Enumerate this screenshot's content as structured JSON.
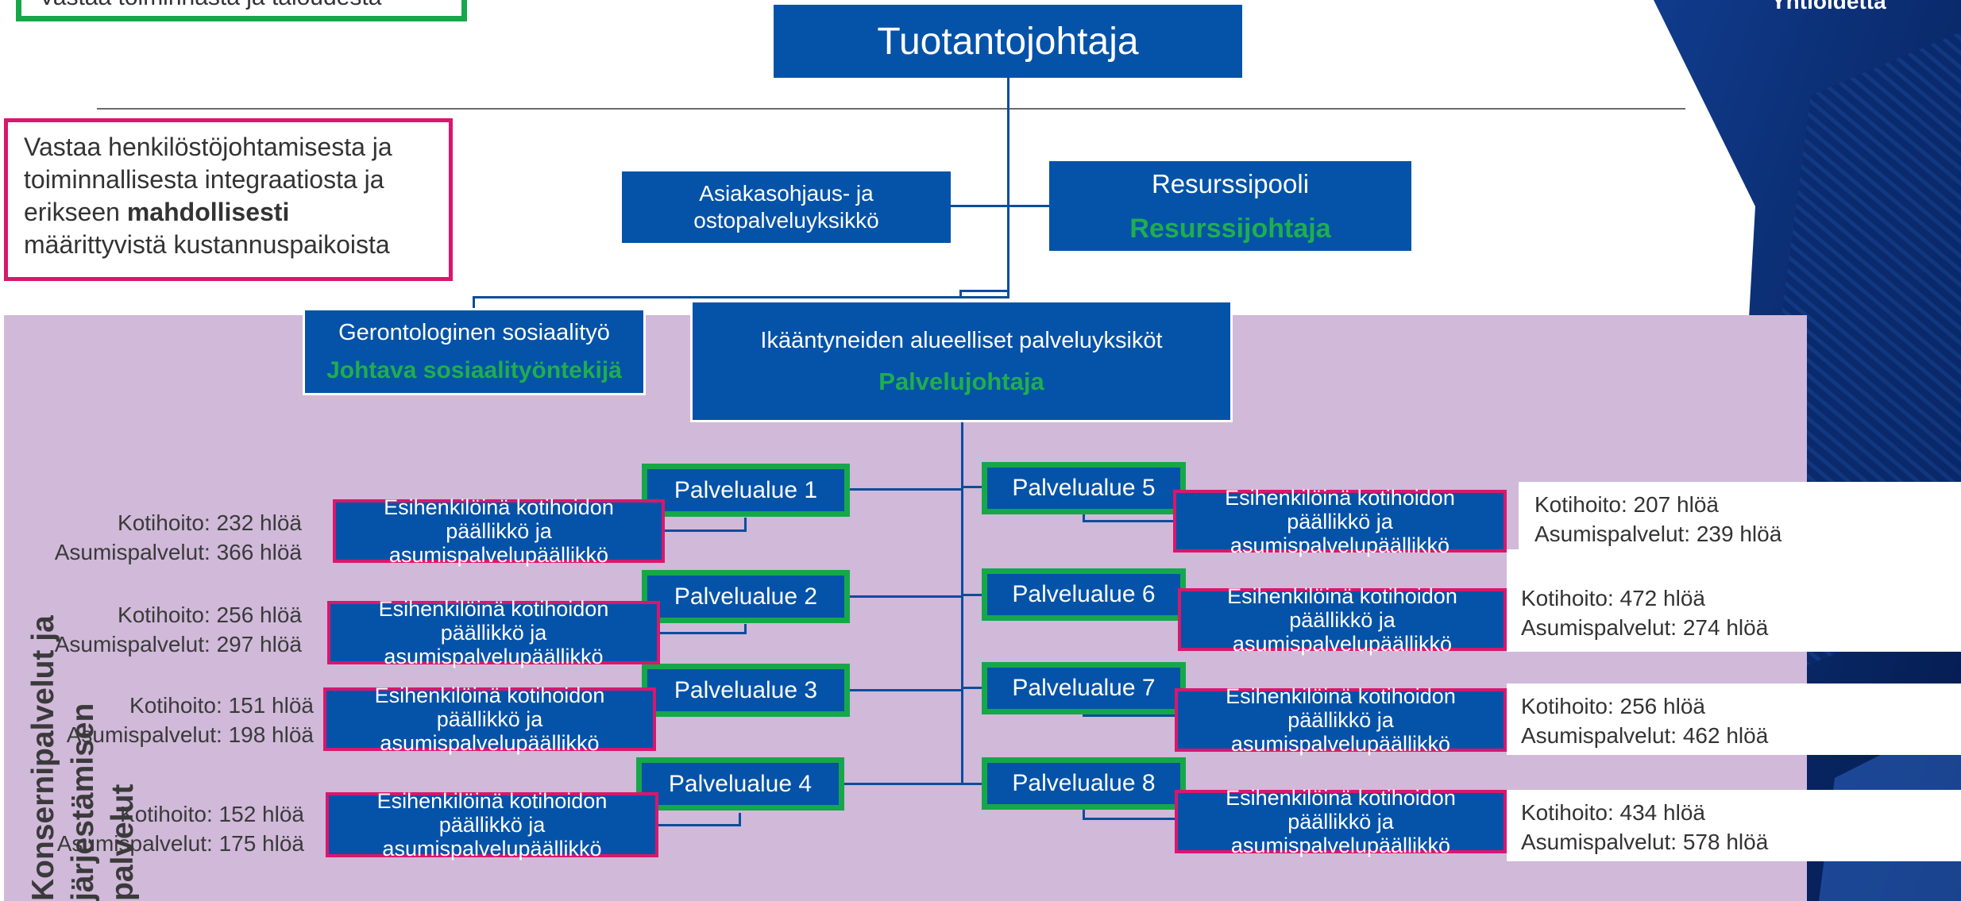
{
  "top_note": "Vastaa toiminnasta ja taloudesta",
  "top_right_text": "Yhtiöidetta",
  "director": "Tuotantojohtaja",
  "hr_note": {
    "line1": "Vastaa henkilöstöjohtamisesta ja",
    "line2": "toiminnallisesta integraatiosta ja",
    "line3_pre": "erikseen ",
    "line3_bold": "mahdollisesti",
    "line4": "määrittyvistä kustannuspaikoista"
  },
  "asiakasohjaus": {
    "line1": "Asiakasohjaus- ja",
    "line2": "ostopalveluyksikkö"
  },
  "resurssipooli": {
    "title": "Resurssipooli",
    "lead": "Resurssijohtaja"
  },
  "geron": {
    "title": "Gerontologinen sosiaalityö",
    "lead": "Johtava sosiaalityöntekijä"
  },
  "ikaantyneet": {
    "title": "Ikääntyneiden alueelliset palveluyksiköt",
    "lead": "Palvelujohtaja"
  },
  "side_label": {
    "line1": "Konsernipalvelut ja järjestämisen",
    "line2": "palvelut"
  },
  "supervisor_text": {
    "line1": "Esihenkilöinä kotihoidon päällikkö ja",
    "line2": "asumispalvelupäällikkö"
  },
  "areas": [
    {
      "name": "Palvelualue 1",
      "kotihoito": "Kotihoito: 232 hlöä",
      "asumis": "Asumispalvelut: 366 hlöä"
    },
    {
      "name": "Palvelualue 2",
      "kotihoito": "Kotihoito:  256 hlöä",
      "asumis": "Asumispalvelut: 297 hlöä"
    },
    {
      "name": "Palvelualue 3",
      "kotihoito": "Kotihoito: 151 hlöä",
      "asumis": "Asumispalvelut: 198 hlöä"
    },
    {
      "name": "Palvelualue 4",
      "kotihoito": "Kotihoito:  152 hlöä",
      "asumis": "Asumispalvelut: 175 hlöä"
    },
    {
      "name": "Palvelualue 5",
      "kotihoito": "Kotihoito:  207 hlöä",
      "asumis": "Asumispalvelut: 239 hlöä"
    },
    {
      "name": "Palvelualue 6",
      "kotihoito": "Kotihoito:  472 hlöä",
      "asumis": "Asumispalvelut: 274  hlöä"
    },
    {
      "name": "Palvelualue 7",
      "kotihoito": "Kotihoito:  256 hlöä",
      "asumis": "Asumispalvelut: 462 hlöä"
    },
    {
      "name": "Palvelualue 8",
      "kotihoito": "Kotihoito:  434 hlöä",
      "asumis": "Asumispalvelut: 578 hlöä"
    }
  ],
  "colors": {
    "box_blue": "#0553a8",
    "green": "#16a74a",
    "pink": "#d8176d",
    "lavender": "#d0b9d9"
  }
}
